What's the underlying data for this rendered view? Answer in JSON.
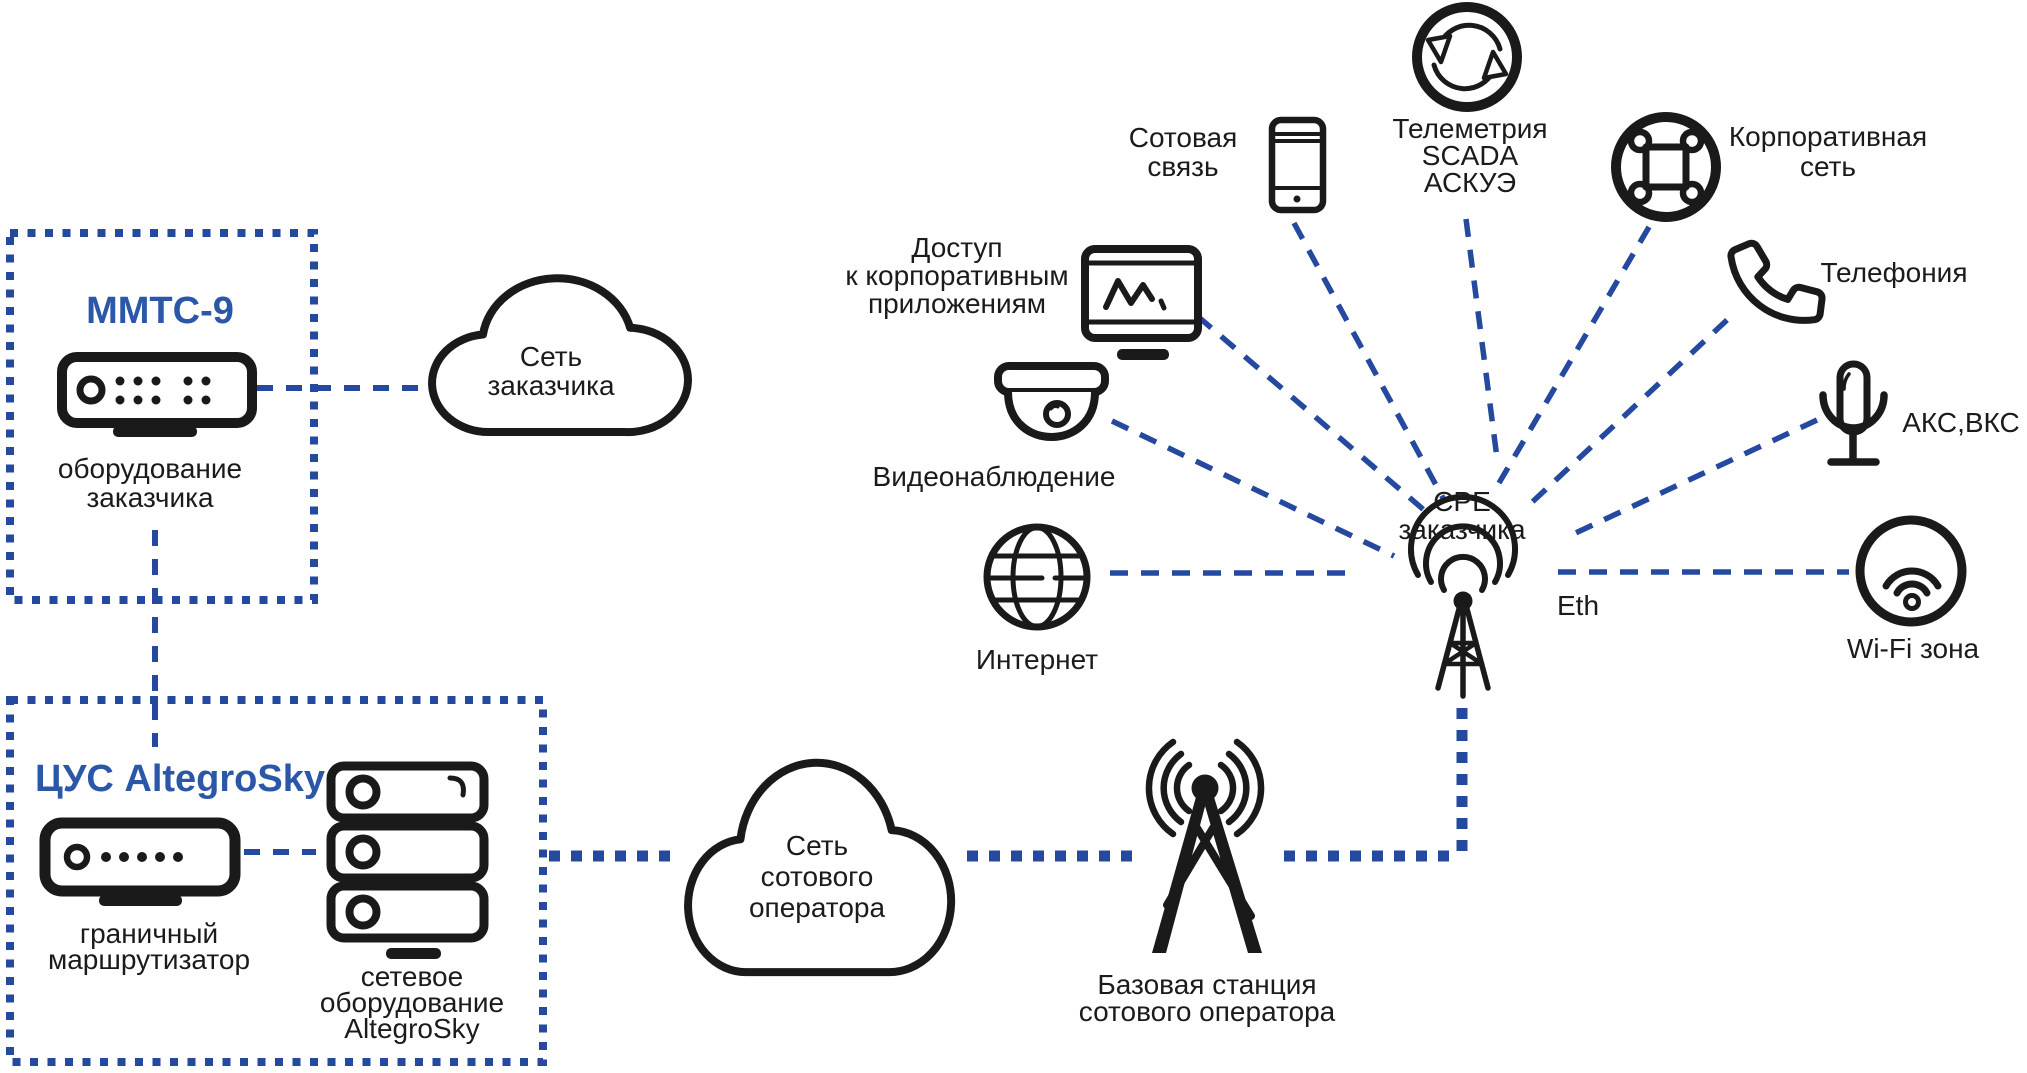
{
  "colors": {
    "connector_blue": "#24499E",
    "title_blue": "#2B57A8",
    "icon_black": "#1A1A1A",
    "background": "#FFFFFF"
  },
  "mmtc_site": {
    "title": "ММТС-9",
    "equipment_label": [
      "оборудование",
      "заказчика"
    ]
  },
  "customer_network_cloud": [
    "Сеть",
    "заказчика"
  ],
  "noc_site": {
    "title": "ЦУС AltegroSky",
    "border_router_label": [
      "граничный",
      "маршрутизатор"
    ],
    "network_equipment_label": [
      "сетевое",
      "оборудование",
      "AltegroSky"
    ]
  },
  "operator_network_cloud": [
    "Сеть",
    "сотового",
    "оператора"
  ],
  "base_station_label": [
    "Базовая станция",
    "сотового оператора"
  ],
  "cpe": {
    "label": [
      "CPE",
      "заказчика"
    ],
    "port_label": "Eth"
  },
  "services": {
    "apps_access": [
      "Доступ",
      "к корпоративным",
      "приложениям"
    ],
    "video_surveillance": "Видеонаблюдение",
    "internet": "Интернет",
    "cellular": [
      "Сотовая",
      "связь"
    ],
    "telemetry": [
      "Телеметрия",
      "SCADA",
      "АСКУЭ"
    ],
    "corporate_network": [
      "Корпоративная",
      "сеть"
    ],
    "telephony": "Телефония",
    "audio_video_conf": "АКС,ВКС",
    "wifi_zone": "Wi-Fi зона"
  }
}
